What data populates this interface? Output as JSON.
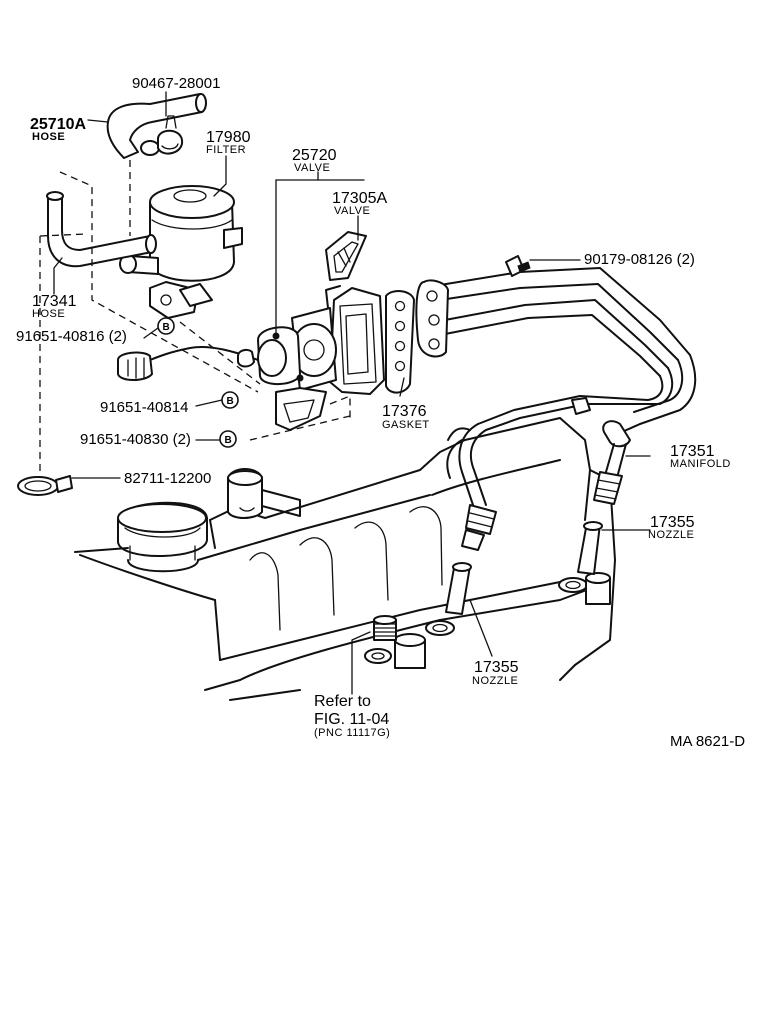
{
  "parts": {
    "p_90467": {
      "number": "90467-28001"
    },
    "p_25710A": {
      "number": "25710A",
      "name": "HOSE"
    },
    "p_17980": {
      "number": "17980",
      "name": "FILTER"
    },
    "p_25720": {
      "number": "25720",
      "name": "VALVE"
    },
    "p_17305A": {
      "number": "17305A",
      "name": "VALVE"
    },
    "p_90179": {
      "number": "90179-08126 (2)"
    },
    "p_17341": {
      "number": "17341",
      "name": "HOSE"
    },
    "p_91651_40816": {
      "number": "91651-40816 (2)"
    },
    "p_91651_40814": {
      "number": "91651-40814"
    },
    "p_91651_40830": {
      "number": "91651-40830 (2)"
    },
    "p_82711": {
      "number": "82711-12200"
    },
    "p_17376": {
      "number": "17376",
      "name": "GASKET"
    },
    "p_17351": {
      "number": "17351",
      "name": "MANIFOLD"
    },
    "p_17355_right": {
      "number": "17355",
      "name": "NOZZLE"
    },
    "p_17355_bottom": {
      "number": "17355",
      "name": "NOZZLE"
    }
  },
  "badge": {
    "letter": "B"
  },
  "reference": {
    "line1": "Refer to",
    "line2": "FIG. 11-04",
    "line3": "(PNC 11117G)"
  },
  "figure_code": "MA  8621-D"
}
